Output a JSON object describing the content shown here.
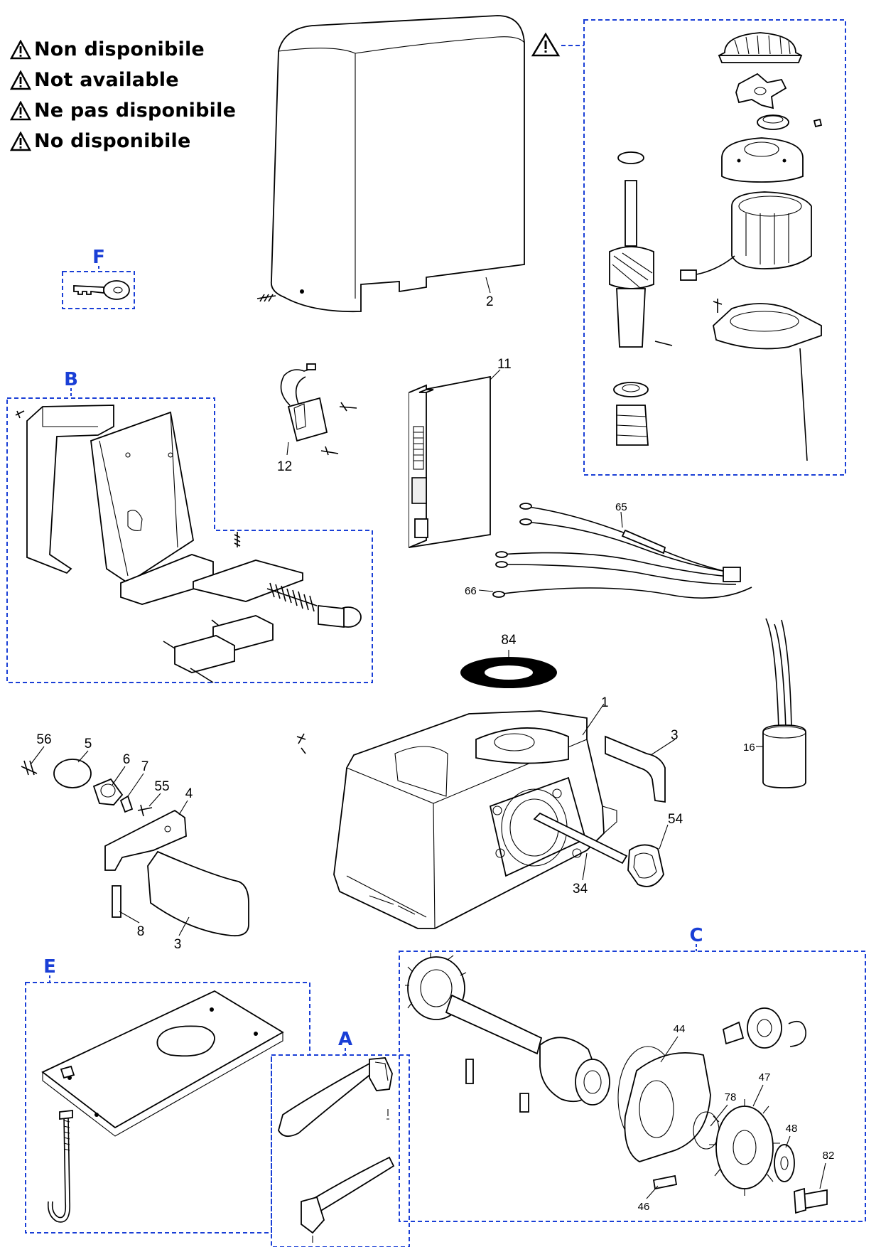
{
  "legend": {
    "lines": [
      "Non disponibile",
      "Not available",
      "Ne pas disponibile",
      "No disponibile"
    ],
    "icon": "warning-triangle-icon"
  },
  "groups": {
    "A": "A",
    "B": "B",
    "C": "C",
    "E": "E",
    "F": "F"
  },
  "part_numbers": {
    "p1": "1",
    "p2": "2",
    "p3a": "3",
    "p3b": "3",
    "p4": "4",
    "p5": "5",
    "p6": "6",
    "p7": "7",
    "p8": "8",
    "p11": "11",
    "p12": "12",
    "p16": "16",
    "p34": "34",
    "p44": "44",
    "p46": "46",
    "p47": "47",
    "p48": "48",
    "p54": "54",
    "p55": "55",
    "p56": "56",
    "p65": "65",
    "p66": "66",
    "p78": "78",
    "p82": "82",
    "p84": "84"
  },
  "colors": {
    "group_box": "#1a3fd6",
    "warning": "#000000"
  }
}
